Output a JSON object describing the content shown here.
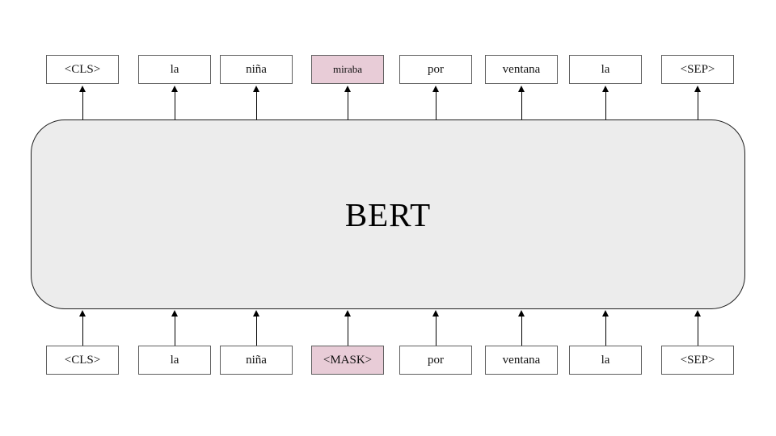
{
  "bert": {
    "label": "BERT"
  },
  "tokens": {
    "top": [
      {
        "label": "<CLS>",
        "highlighted": false
      },
      {
        "label": "la",
        "highlighted": false
      },
      {
        "label": "niña",
        "highlighted": false
      },
      {
        "label": "miraba",
        "highlighted": true
      },
      {
        "label": "por",
        "highlighted": false
      },
      {
        "label": "ventana",
        "highlighted": false
      },
      {
        "label": "la",
        "highlighted": false
      },
      {
        "label": "<SEP>",
        "highlighted": false
      }
    ],
    "bottom": [
      {
        "label": "<CLS>",
        "highlighted": false
      },
      {
        "label": "la",
        "highlighted": false
      },
      {
        "label": "niña",
        "highlighted": false
      },
      {
        "label": "<MASK>",
        "highlighted": true
      },
      {
        "label": "por",
        "highlighted": false
      },
      {
        "label": "ventana",
        "highlighted": false
      },
      {
        "label": "la",
        "highlighted": false
      },
      {
        "label": "<SEP>",
        "highlighted": false
      }
    ]
  },
  "colors": {
    "highlight": "#e8ccd7",
    "bert_fill": "#ececec",
    "bert_border": "#1f1f1f",
    "box_border": "#5f5f5f",
    "arrow": "#000000"
  }
}
